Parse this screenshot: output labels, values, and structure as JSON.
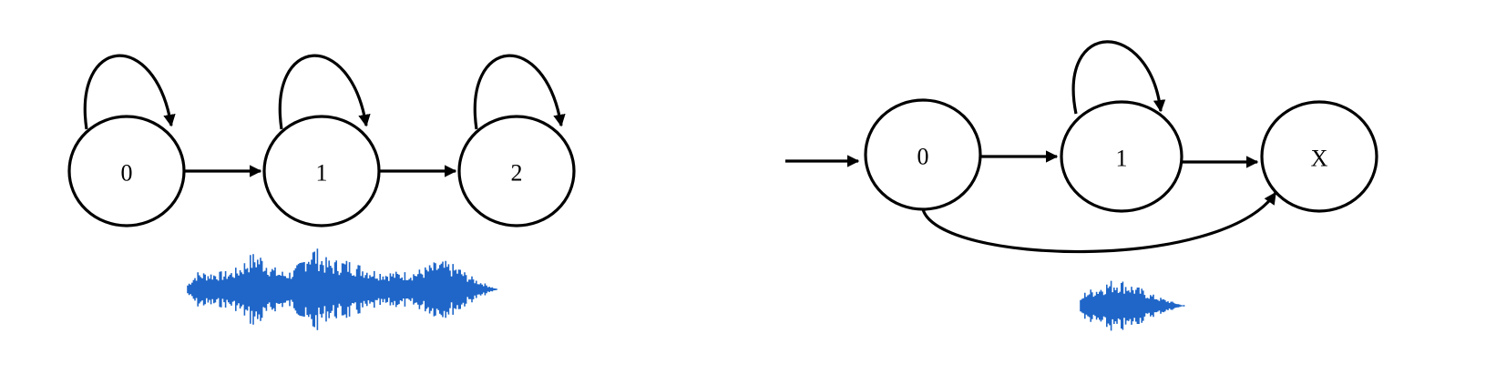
{
  "left_diagram": {
    "states": [
      {
        "id": "left-0",
        "label": "0"
      },
      {
        "id": "left-1",
        "label": "1"
      },
      {
        "id": "left-2",
        "label": "2"
      }
    ]
  },
  "right_diagram": {
    "states": [
      {
        "id": "right-0",
        "label": "0"
      },
      {
        "id": "right-1",
        "label": "1"
      },
      {
        "id": "right-x",
        "label": "X"
      }
    ]
  },
  "colors": {
    "stroke": "#000000",
    "waveform": "#1f66c8"
  },
  "icons": [
    "long-waveform-icon",
    "short-waveform-icon"
  ]
}
